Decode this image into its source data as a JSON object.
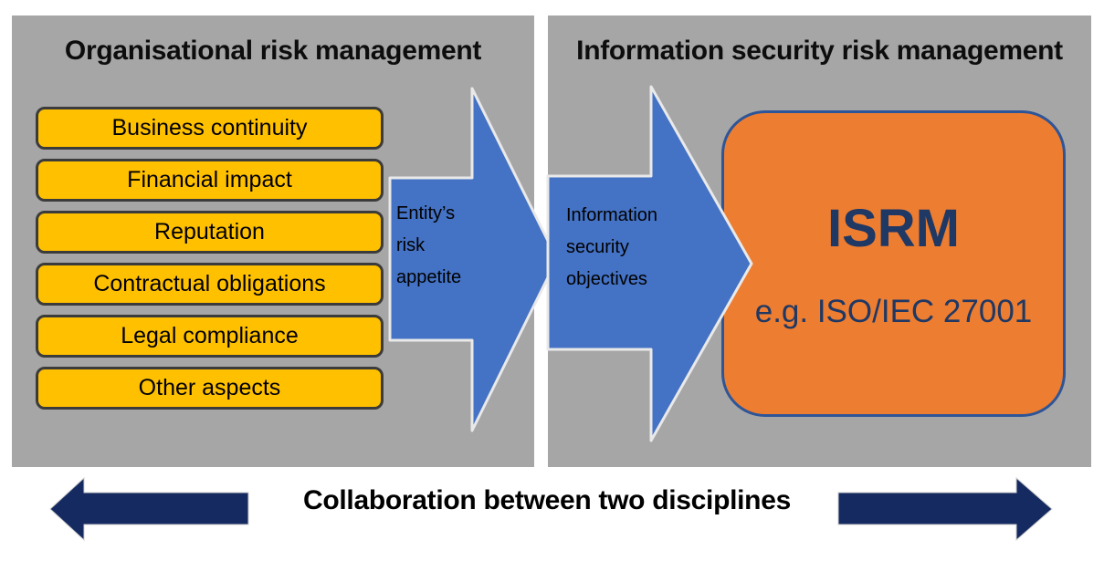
{
  "diagram": {
    "left_panel": {
      "title": "Organisational risk management",
      "items": [
        "Business continuity",
        "Financial impact",
        "Reputation",
        "Contractual obligations",
        "Legal compliance",
        "Other aspects"
      ]
    },
    "right_panel": {
      "title": "Information security risk management",
      "isrm_title": "ISRM",
      "isrm_subtitle": "e.g. ISO/IEC 27001"
    },
    "arrow_labels": {
      "entity_risk_appetite": "Entity’s risk appetite",
      "infosec_objectives": "Information security objectives"
    },
    "footer": {
      "caption": "Collaboration between two disciplines"
    },
    "colors": {
      "panel_gray": "#a6a6a6",
      "aspect_yellow": "#ffc000",
      "aspect_border": "#3b3b3b",
      "arrow_blue": "#4472c4",
      "arrow_outline": "#e9e9e9",
      "isrm_orange": "#ed7d31",
      "isrm_border": "#2e5597",
      "navy_arrow": "#152a60",
      "navy_text": "#1f3864"
    }
  }
}
